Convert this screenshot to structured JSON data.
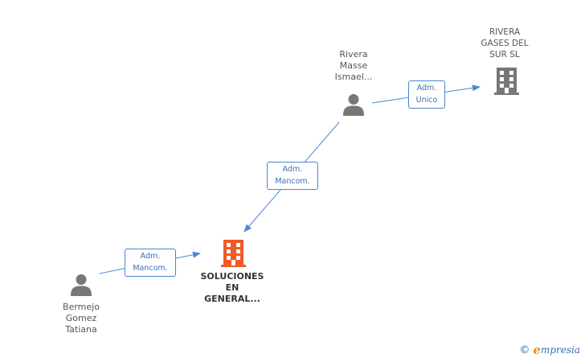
{
  "nodes": {
    "rivera_masse": {
      "type": "person",
      "lines": [
        "Rivera",
        "Masse",
        "Ismael..."
      ]
    },
    "rivera_gases": {
      "type": "company",
      "lines": [
        "RIVERA",
        "GASES DEL",
        "SUR SL"
      ]
    },
    "soluciones": {
      "type": "company-focus",
      "lines": [
        "SOLUCIONES",
        "EN",
        "GENERAL..."
      ]
    },
    "bermejo": {
      "type": "person",
      "lines": [
        "Bermejo",
        "Gomez",
        "Tatiana"
      ]
    }
  },
  "edges": {
    "masse_to_gases": {
      "lines": [
        "Adm.",
        "Unico"
      ]
    },
    "masse_to_soluciones": {
      "lines": [
        "Adm.",
        "Mancom."
      ]
    },
    "bermejo_to_soluciones": {
      "lines": [
        "Adm.",
        "Mancom."
      ]
    }
  },
  "colors": {
    "edge": "#4a86d4",
    "person_icon": "#777777",
    "company_icon": "#777777",
    "focus_icon": "#f05a28"
  },
  "brand": {
    "copyright": "©",
    "initial": "e",
    "name": "mpresia"
  }
}
